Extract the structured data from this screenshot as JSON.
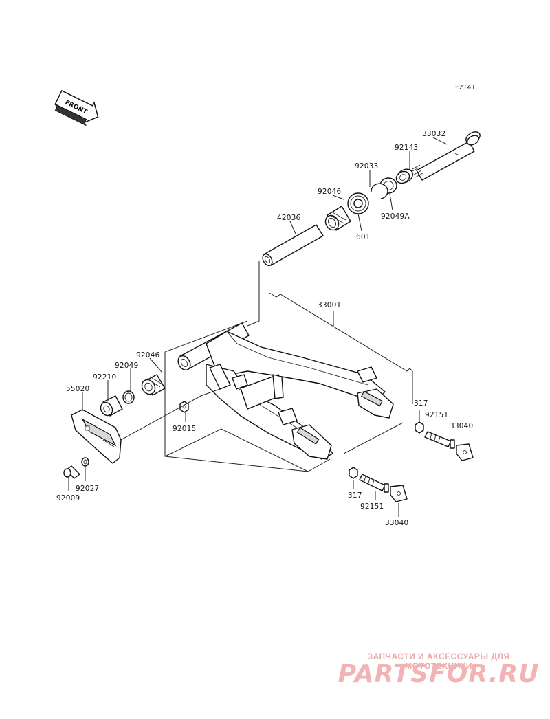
{
  "figure_code": "F2141",
  "front_label": "FRONT",
  "callouts": {
    "c33032": "33032",
    "c92143": "92143",
    "c92033": "92033",
    "c92046_top": "92046",
    "c92049a": "92049A",
    "c601": "601",
    "c42036": "42036",
    "c33001": "33001",
    "c92046_left": "92046",
    "c92049": "92049",
    "c92210": "92210",
    "c55020": "55020",
    "c92015": "92015",
    "c317_a": "317",
    "c92151_a": "92151",
    "c33040_a": "33040",
    "c317_b": "317",
    "c92151_b": "92151",
    "c33040_b": "33040",
    "c92027": "92027",
    "c92009": "92009"
  },
  "watermark": {
    "tagline": "ЗАПЧАСТИ И АКСЕССУАРЫ ДЛЯ МОТОТЕХНИКИ",
    "logo": "PARTSFOR.RU"
  }
}
